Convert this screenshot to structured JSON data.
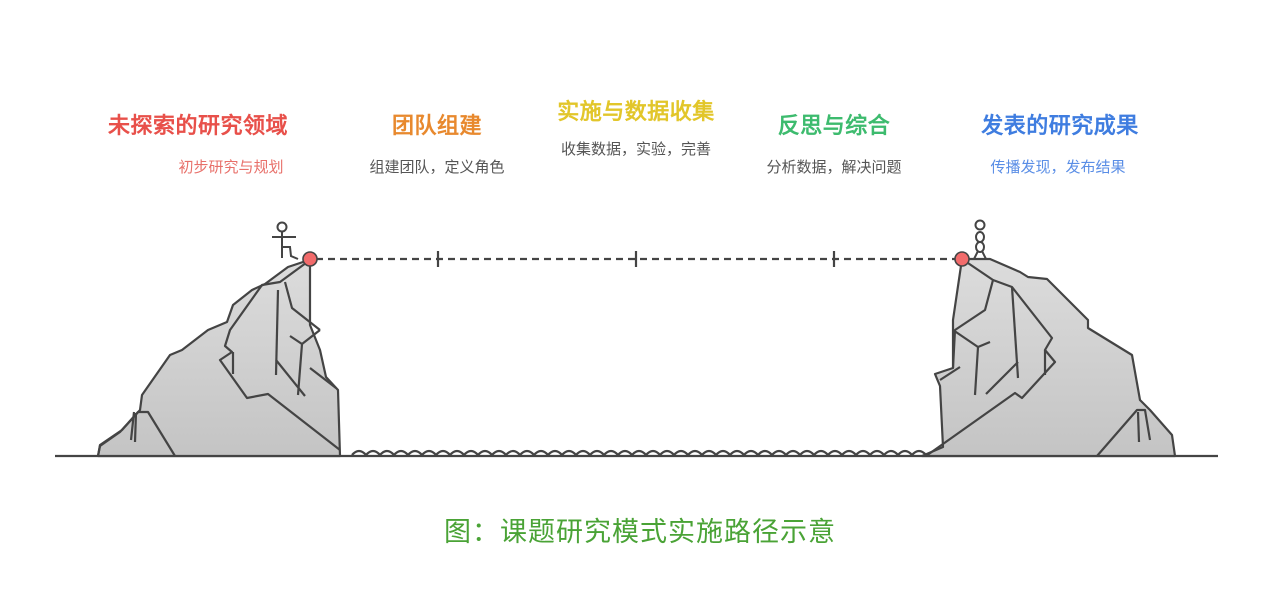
{
  "diagram": {
    "stages": [
      {
        "title": "未探索的研究领域",
        "desc": "初步研究与规划",
        "color": "#e8504a",
        "desc_color": "#e8706a"
      },
      {
        "title": "团队组建",
        "desc": "组建团队，定义角色",
        "color": "#e8892e",
        "desc_color": "#555555"
      },
      {
        "title": "实施与数据收集",
        "desc": "收集数据，实验，完善",
        "color": "#e2c62a",
        "desc_color": "#555555"
      },
      {
        "title": "反思与综合",
        "desc": "分析数据，解决问题",
        "color": "#3dbb6e",
        "desc_color": "#555555"
      },
      {
        "title": "发表的研究成果",
        "desc": "传播发现，发布结果",
        "color": "#3f7de0",
        "desc_color": "#5a8ee6"
      }
    ],
    "icons": {
      "left_figure": "stick-figure-climbing-icon",
      "right_figure": "stick-figure-standing-icon",
      "start_marker": "red-dot",
      "end_marker": "red-dot"
    },
    "colors": {
      "rock_fill": "#cfcfcf",
      "stroke": "#444444",
      "marker": "#f26b6b"
    }
  },
  "caption": {
    "text": "图：课题研究模式实施路径示意",
    "color": "#4aa336"
  }
}
